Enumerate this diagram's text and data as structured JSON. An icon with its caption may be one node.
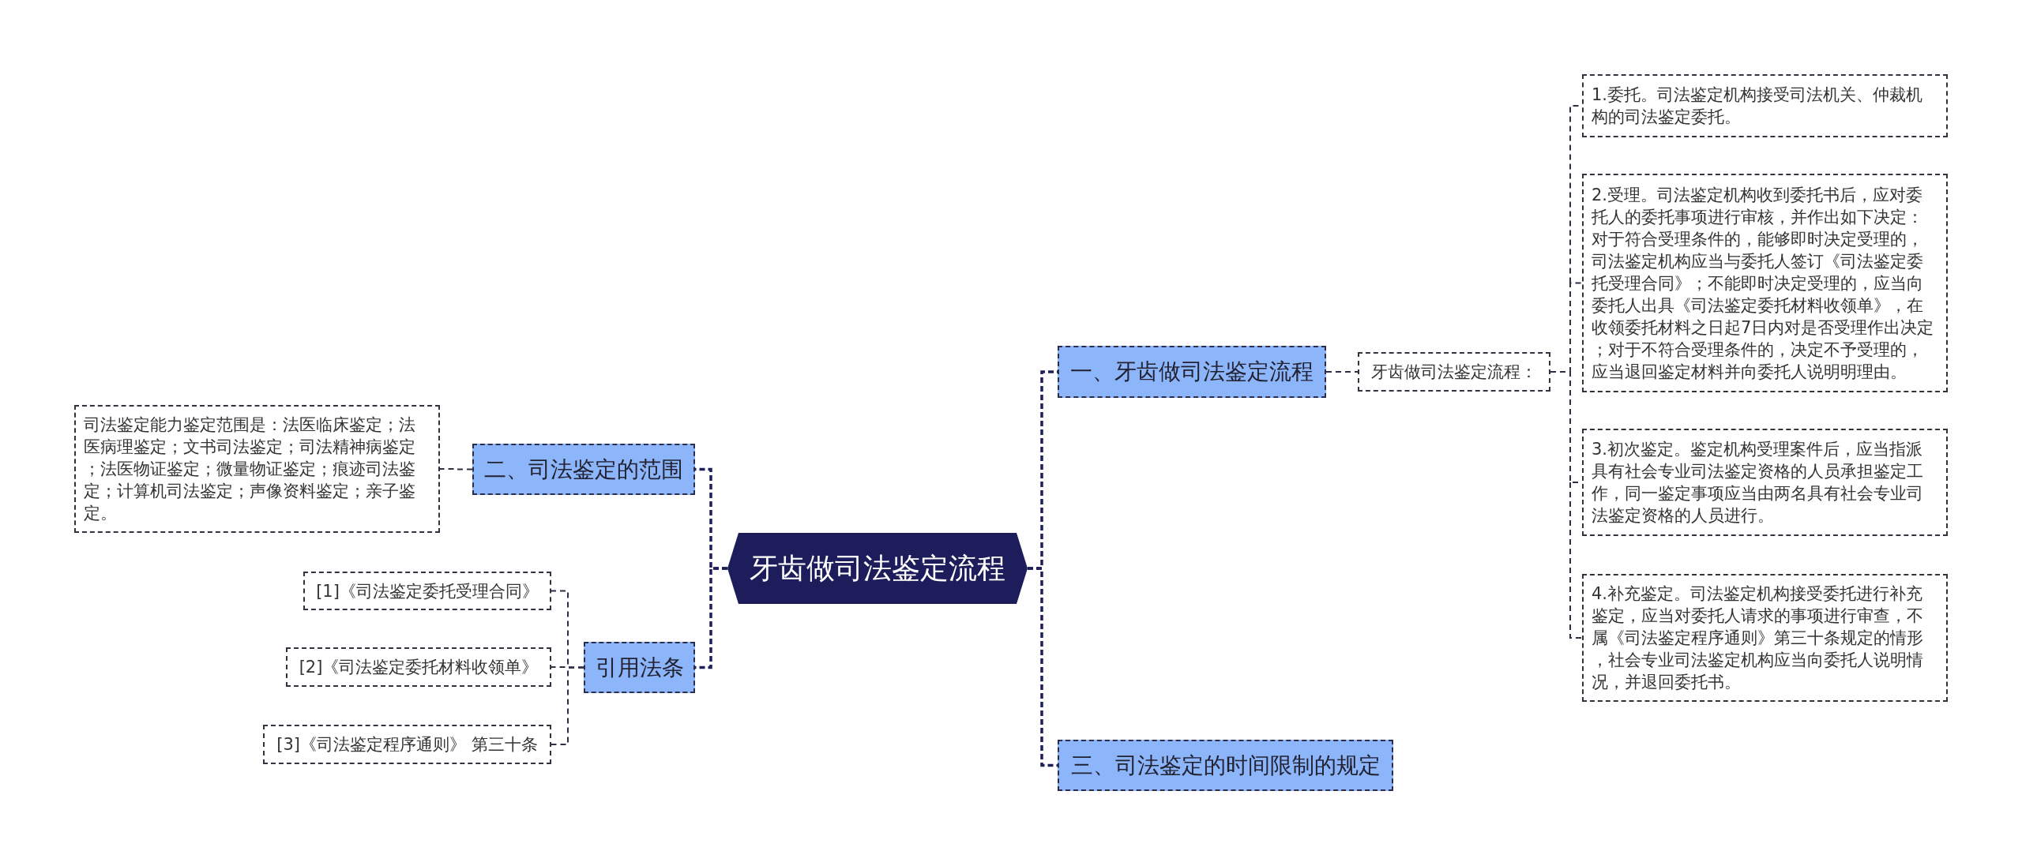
{
  "diagram": {
    "nodes": [
      {
        "text": [
          "牙齿做司法鉴定流程"
        ]
      },
      {
        "text": [
          "一、牙齿做司法鉴定流程"
        ]
      },
      {
        "text": [
          "牙齿做司法鉴定流程："
        ]
      },
      {
        "text": [
          "1.委托。司法鉴定机构接受司法机关、仲裁机构的司法鉴定委托。"
        ]
      },
      {
        "text": [
          "2.受理。司法鉴定机构收到委托书后，应对委托人的委托事项进行审核，并作出如下决定：对于符合受理条件的，能够即时决定受理的，司法鉴定机构应当与委托人签订《司法鉴定委托受理合同》；不能即时决定受理的，应当向委托人出具《司法鉴定委托材料收领单》，在收领委托材料之日起7日内对是否受理作出决定；对于不符合受理条件的，决定不予受理的，应当退回鉴定材料并向委托人说明明理由。"
        ]
      },
      {
        "text": [
          "3.初次鉴定。鉴定机构受理案件后，应当指派具有社会专业司法鉴定资格的人员承担鉴定工作，同一鉴定事项应当由两名具有社会专业司法鉴定资格的人员进行。"
        ]
      },
      {
        "text": [
          "4.补充鉴定。司法鉴定机构接受委托进行补充鉴定，应当对委托人请求的事项进行审查，不属《司法鉴定程序通则》第三十条规定的情形，社会专业司法鉴定机构应当向委托人说明情况，并退回委托书。"
        ]
      },
      {
        "text": [
          "三、司法鉴定的时间限制的规定"
        ]
      },
      {
        "text": [
          "二、司法鉴定的范围"
        ]
      },
      {
        "text": [
          "司法鉴定能力鉴定范围是：法医临床鉴定；法医病理鉴定；文书司法鉴定；司法精神病鉴定；法医物证鉴定；微量物证鉴定；痕迹司法鉴定；计算机司法鉴定；声像资料鉴定；亲子鉴定。"
        ]
      },
      {
        "text": [
          "引用法条"
        ]
      },
      {
        "text": [
          "[1]《司法鉴定委托受理合同》"
        ]
      },
      {
        "text": [
          "[2]《司法鉴定委托材料收领单》"
        ]
      },
      {
        "text": [
          "[3]《司法鉴定程序通则》 第三十条"
        ]
      }
    ],
    "edges": [
      {
        "from": 0,
        "to": 1,
        "arrow": "none",
        "style": "dashed"
      },
      {
        "from": 0,
        "to": 7,
        "arrow": "none",
        "style": "dashed"
      },
      {
        "from": 0,
        "to": 8,
        "arrow": "none",
        "style": "dashed"
      },
      {
        "from": 0,
        "to": 10,
        "arrow": "none",
        "style": "dashed"
      },
      {
        "from": 1,
        "to": 2,
        "arrow": "none",
        "style": "dashed"
      },
      {
        "from": 2,
        "to": 3,
        "arrow": "none",
        "style": "dashed"
      },
      {
        "from": 2,
        "to": 4,
        "arrow": "none",
        "style": "dashed"
      },
      {
        "from": 2,
        "to": 5,
        "arrow": "none",
        "style": "dashed"
      },
      {
        "from": 2,
        "to": 6,
        "arrow": "none",
        "style": "dashed"
      },
      {
        "from": 8,
        "to": 9,
        "arrow": "none",
        "style": "dashed"
      },
      {
        "from": 10,
        "to": 11,
        "arrow": "none",
        "style": "dashed"
      },
      {
        "from": 10,
        "to": 12,
        "arrow": "none",
        "style": "dashed"
      },
      {
        "from": 10,
        "to": 13,
        "arrow": "none",
        "style": "dashed"
      }
    ]
  }
}
